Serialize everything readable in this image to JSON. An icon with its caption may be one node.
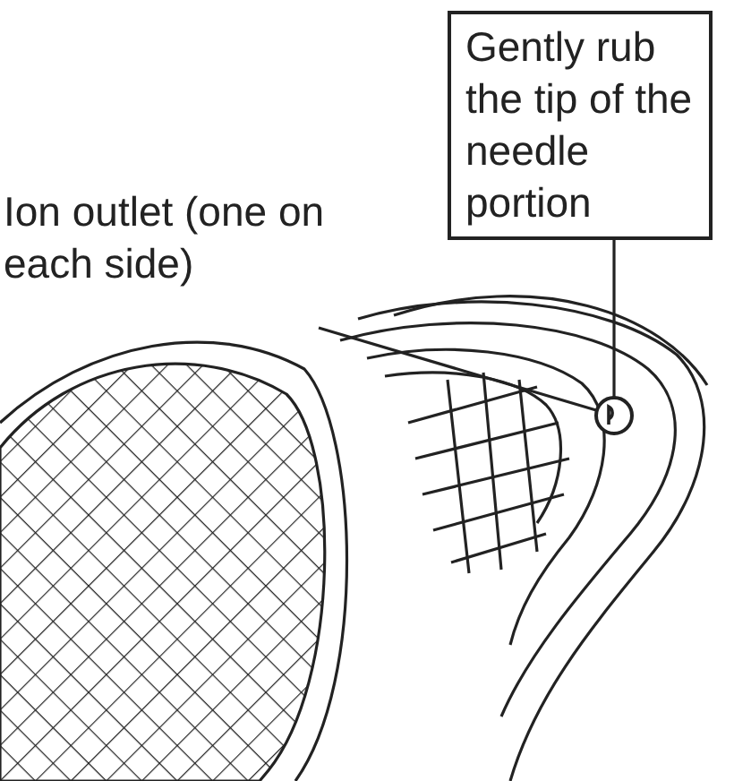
{
  "diagram": {
    "nodes": [
      {
        "text": [
          "Gently rub the tip of the needle portion"
        ]
      },
      {
        "text": [
          "Ion outlet (one on each side)"
        ]
      },
      {
        "text": [],
        "shape": "circle"
      }
    ],
    "edges": [
      {
        "from": 0,
        "to": 2,
        "arrow": "none"
      },
      {
        "from": 1,
        "to": 2,
        "arrow": "none"
      }
    ]
  }
}
